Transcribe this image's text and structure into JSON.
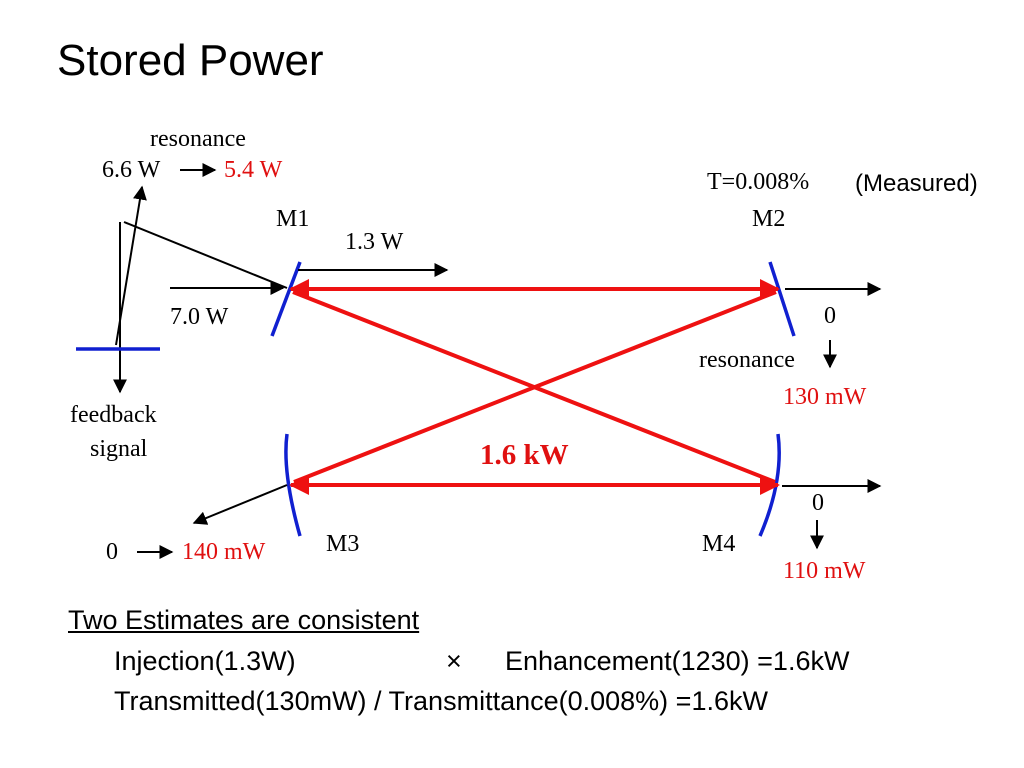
{
  "title": "Stored Power",
  "diagram": {
    "labels": {
      "resonance_top": "resonance",
      "input_66": "6.6 W",
      "input_54": "5.4 W",
      "t_value": "T=0.008%",
      "measured": "(Measured)",
      "m1": "M1",
      "m2": "M2",
      "m3": "M3",
      "m4": "M4",
      "refl_13": "1.3 W",
      "input_70": "7.0 W",
      "zero_m2": "0",
      "resonance_m2": "resonance",
      "mw_130": "130 mW",
      "feedback": "feedback",
      "signal": "signal",
      "stored": "1.6 kW",
      "zero_m4": "0",
      "zero_m3": "0",
      "mw_140": "140 mW",
      "mw_110": "110 mW"
    },
    "colors": {
      "beam": "#ee1111",
      "mirror": "#1020d0",
      "text_red": "#e01010",
      "black": "#000000"
    }
  },
  "estimates": {
    "heading": "Two Estimates are consistent",
    "line1_a": "Injection(1.3W)",
    "line1_times": "×",
    "line1_b": "Enhancement(1230)  =1.6kW",
    "line2": "Transmitted(130mW) / Transmittance(0.008%) =1.6kW"
  }
}
